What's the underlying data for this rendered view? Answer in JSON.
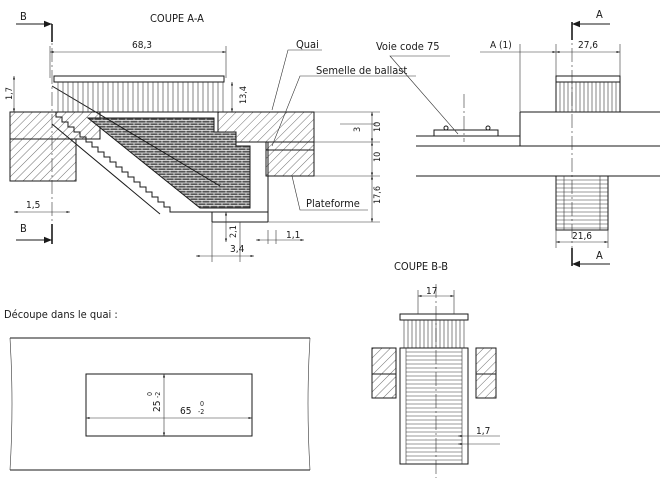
{
  "titles": {
    "coupe_aa": "COUPE A-A",
    "coupe_bb": "COUPE B-B",
    "decoupe": "Découpe dans le quai :"
  },
  "labels": {
    "quai": "Quai",
    "semelle": "Semelle de ballast",
    "plateforme": "Plateforme",
    "voie": "Voie code 75"
  },
  "section_marks": {
    "b": "B",
    "a": "A"
  },
  "dims": {
    "d68_3": "68,3",
    "d13_4": "13,4",
    "d1_7_left": "1,7",
    "d3": "3",
    "d10_a": "10",
    "d10_b": "10",
    "d17_6": "17,6",
    "d1_5": "1,5",
    "d2_1": "2,1",
    "d3_4": "3,4",
    "d1_1": "1,1",
    "a1": "A (1)",
    "d27_6": "27,6",
    "d21_6": "21,6",
    "d17": "17",
    "d1_7_bb": "1,7",
    "d25": "25",
    "d65": "65",
    "tol_0": "0",
    "tol_m2": "-2"
  },
  "colors": {
    "ink": "#1a1a1a",
    "hatch": "#333333",
    "background": "#ffffff"
  }
}
